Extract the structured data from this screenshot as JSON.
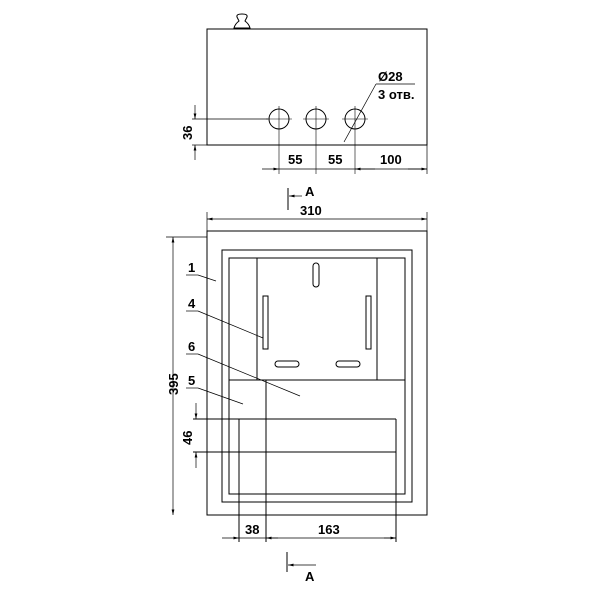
{
  "top_view": {
    "dim_height": "36",
    "dim_spacing_1": "55",
    "dim_spacing_2": "55",
    "dim_edge": "100",
    "hole_diameter": "Ø28",
    "hole_count": "3 отв.",
    "section_label": "A"
  },
  "front_view": {
    "dim_width": "310",
    "dim_height": "395",
    "dim_window_height": "46",
    "dim_offset": "38",
    "dim_window_width": "163",
    "section_label": "A",
    "callouts": [
      "1",
      "4",
      "6",
      "5"
    ]
  }
}
